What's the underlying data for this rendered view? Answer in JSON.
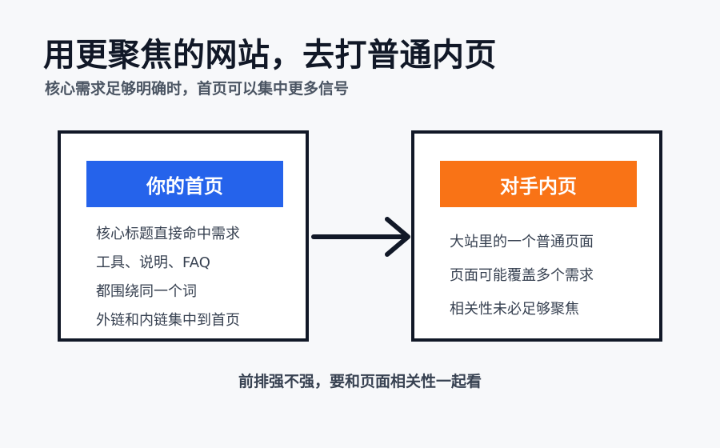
{
  "title": "用更聚焦的网站，去打普通内页",
  "subtitle": "核心需求足够明确时，首页可以集中更多信号",
  "left_card": {
    "header": "你的首页",
    "header_color": "#2563eb",
    "items": [
      "核心标题直接命中需求",
      "工具、说明、FAQ",
      "都围绕同一个词",
      "外链和内链集中到首页"
    ]
  },
  "right_card": {
    "header": "对手内页",
    "header_color": "#f97316",
    "items": [
      "大站里的一个普通页面",
      "页面可能覆盖多个需求",
      "相关性未必足够聚焦"
    ]
  },
  "arrow": {
    "icon": "arrow-right-icon",
    "color": "#111827"
  },
  "footer": "前排强不强，要和页面相关性一起看"
}
